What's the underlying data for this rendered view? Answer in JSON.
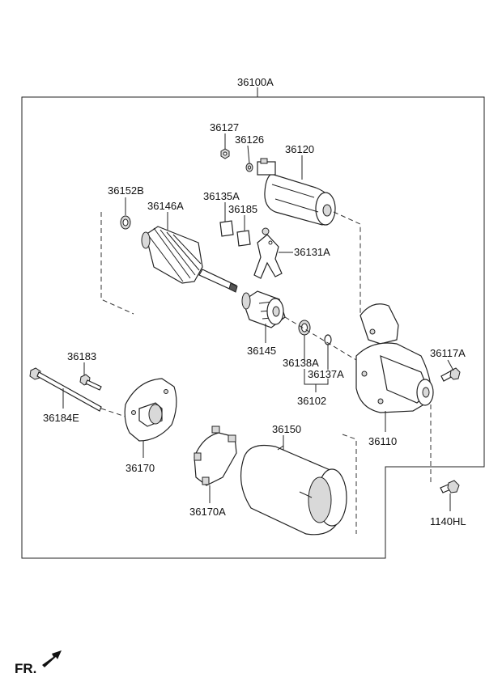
{
  "assembly_label": "36100A",
  "labels": {
    "p36127": "36127",
    "p36126": "36126",
    "p36120": "36120",
    "p36152B": "36152B",
    "p36146A": "36146A",
    "p36135A": "36135A",
    "p36185": "36185",
    "p36131A": "36131A",
    "p36145": "36145",
    "p36138A": "36138A",
    "p36137A": "36137A",
    "p36102": "36102",
    "p36117A": "36117A",
    "p36110": "36110",
    "p36183": "36183",
    "p36184E": "36184E",
    "p36170": "36170",
    "p36150": "36150",
    "p36170A": "36170A",
    "p1140HL": "1140HL"
  },
  "direction_label": "FR."
}
